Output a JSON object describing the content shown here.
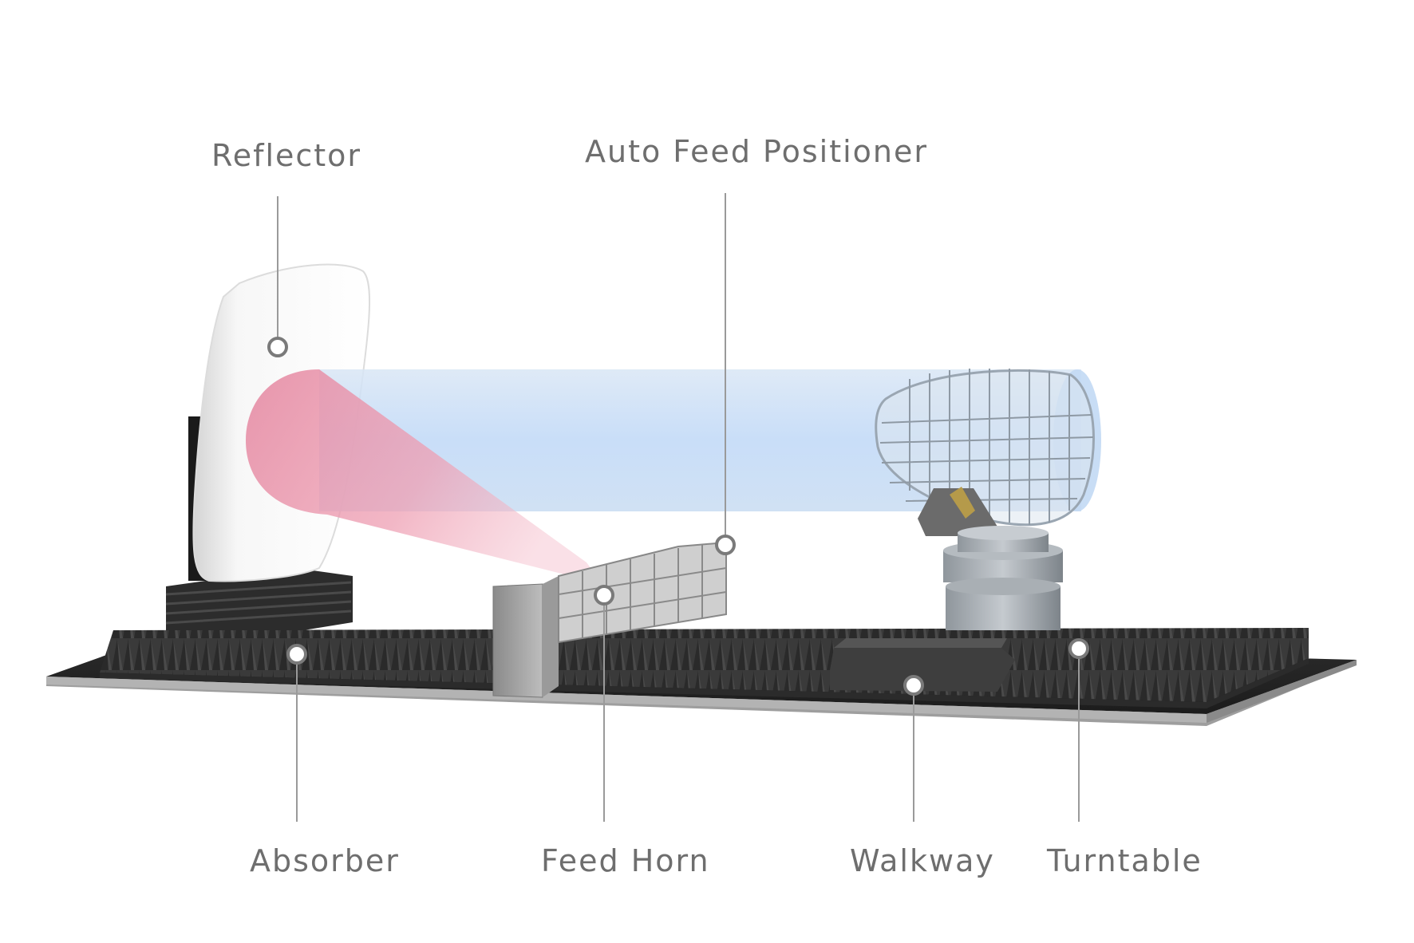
{
  "labels": {
    "reflector": "Reflector",
    "auto_feed_positioner": "Auto Feed Positioner",
    "absorber": "Absorber",
    "feed_horn": "Feed Horn",
    "walkway": "Walkway",
    "turntable": "Turntable"
  },
  "colors": {
    "label_text": "#6e6e6e",
    "leader_line": "#9a9a9a",
    "beam_blue": "#bcd6f5",
    "beam_pink": "#e78fa6",
    "absorber": "#3a3a3a",
    "reflector": "#f2f2f2"
  }
}
